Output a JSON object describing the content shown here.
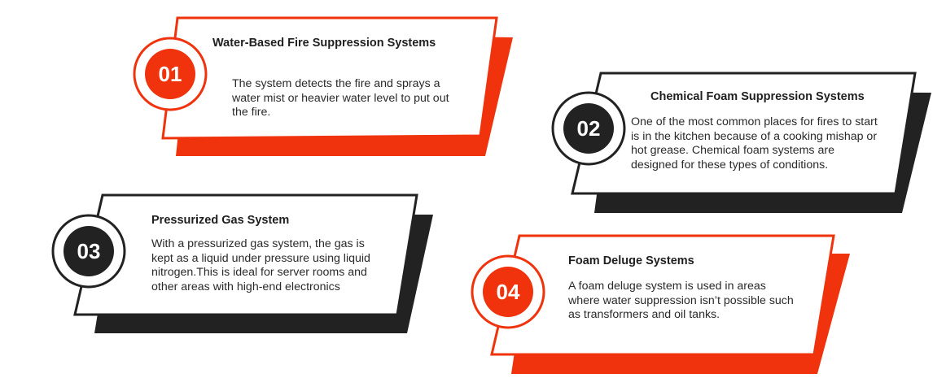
{
  "colors": {
    "accent": "#f0330c",
    "dark": "#222222",
    "white": "#ffffff"
  },
  "cards": [
    {
      "number": "01",
      "title": "Water-Based Fire Suppression Systems",
      "body": "The system detects the fire and sprays a water mist or heavier water level to put out the fire.",
      "theme": "accent"
    },
    {
      "number": "02",
      "title": "Chemical Foam Suppression Systems",
      "body": "One of the most common places for fires to start is in the kitchen because of a cooking mishap or hot grease. Chemical foam systems are designed for these types of conditions.",
      "theme": "dark"
    },
    {
      "number": "03",
      "title": "Pressurized Gas System",
      "body": "With a pressurized gas system, the gas is kept as a liquid under pressure using liquid nitrogen.This is ideal for server rooms and other areas with high-end electronics",
      "theme": "dark"
    },
    {
      "number": "04",
      "title": "Foam Deluge Systems",
      "body": "A foam deluge system is used in areas where water suppression isn’t possible such as transformers and oil tanks.",
      "theme": "accent"
    }
  ]
}
